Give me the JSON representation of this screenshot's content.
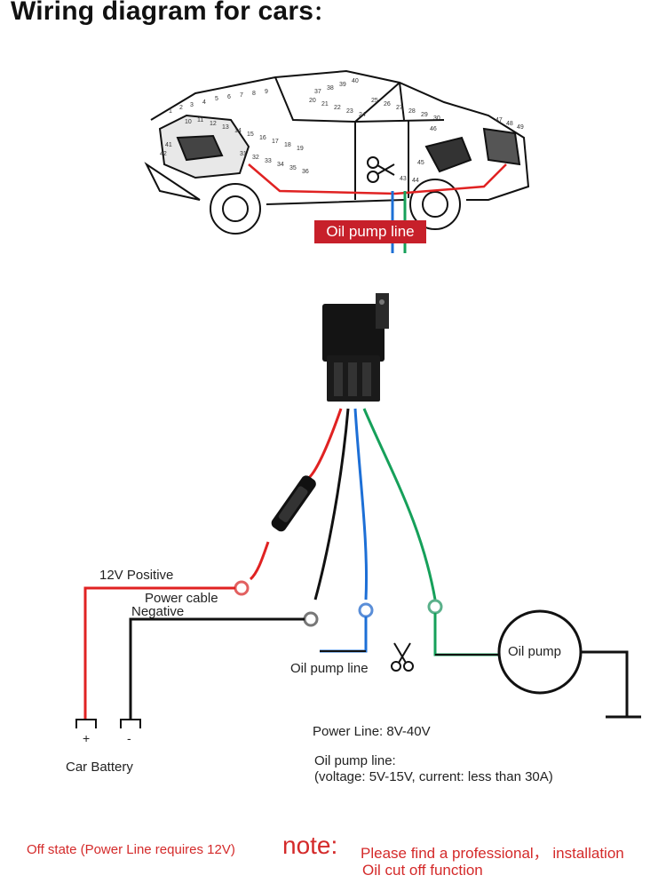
{
  "title": "Wiring diagram for cars",
  "title_colon": "：",
  "car": {
    "tag": "Oil pump line",
    "callouts": [
      "1",
      "2",
      "3",
      "4",
      "5",
      "6",
      "7",
      "8",
      "9",
      "10",
      "11",
      "12",
      "13",
      "14",
      "15",
      "16",
      "17",
      "18",
      "19",
      "20",
      "21",
      "22",
      "23",
      "24",
      "25",
      "26",
      "27",
      "28",
      "29",
      "30",
      "31",
      "32",
      "33",
      "34",
      "35",
      "36",
      "37",
      "38",
      "39",
      "40",
      "41",
      "42",
      "43",
      "44",
      "45",
      "46",
      "47",
      "48",
      "49"
    ]
  },
  "wiring": {
    "positive_label": "12V Positive",
    "power_cable_label": "Power cable",
    "negative_label": "Negative",
    "oil_pump_line_label": "Oil pump line",
    "oil_pump_label": "Oil pump",
    "battery_label": "Car Battery",
    "battery_plus": "+",
    "battery_minus": "-"
  },
  "specs": {
    "power_line": "Power Line: 8V-40V",
    "oil_pump_line": "Oil pump line:",
    "oil_pump_detail": "(voltage: 5V-15V, current: less than 30A)"
  },
  "footer": {
    "off_state": "Off state (Power Line requires 12V)",
    "note_word": "note:",
    "note_line1": "Please find a professional， installation",
    "note_line2": "Oil cut off function"
  },
  "colors": {
    "red_wire": "#e02222",
    "blue_wire": "#1d6fd6",
    "green_wire": "#16a05a",
    "black_wire": "#111111",
    "note_red": "#d42a2a",
    "tag_bg": "#c7202a"
  }
}
